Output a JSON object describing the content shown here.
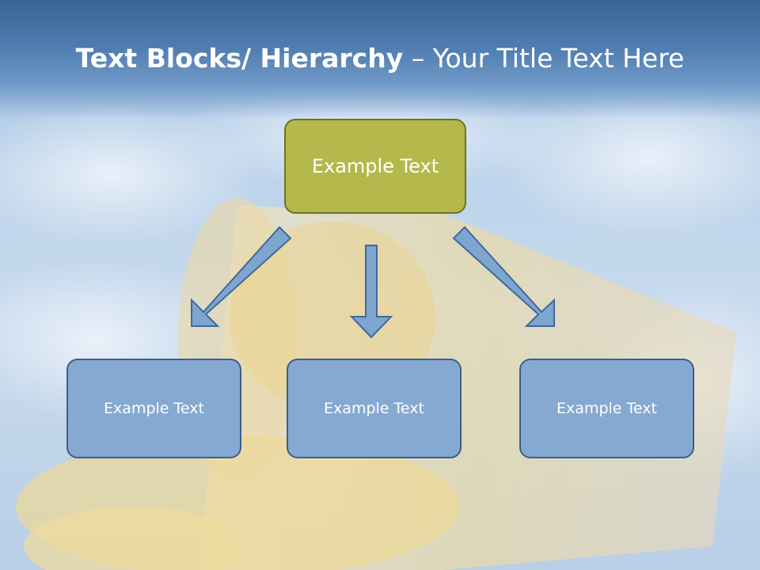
{
  "slide": {
    "title_bold": "Text Blocks/ Hierarchy",
    "title_rest": " – Your Title Text Here"
  },
  "diagram": {
    "root": {
      "label": "Example Text"
    },
    "children": [
      {
        "label": "Example Text"
      },
      {
        "label": "Example Text"
      },
      {
        "label": "Example Text"
      }
    ]
  },
  "colors": {
    "root_fill": "#b5b84a",
    "root_border": "#6f7320",
    "child_fill": "#86a9d2",
    "child_border": "#3b5f8c",
    "arrow_fill": "#7ea4d0",
    "arrow_border": "#3f6a9a"
  }
}
